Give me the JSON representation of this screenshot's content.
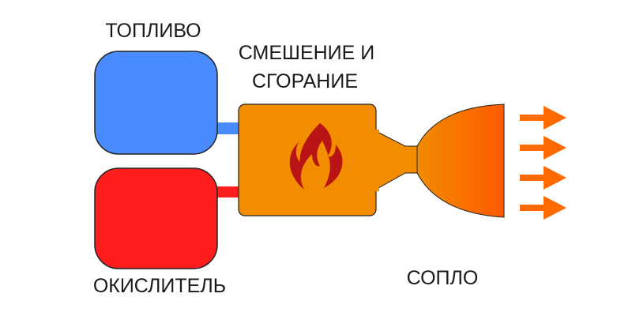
{
  "labels": {
    "fuel": "ТОПЛИВО",
    "mixing_line1": "СМЕШЕНИЕ И",
    "mixing_line2": "СГОРАНИЕ",
    "oxidizer": "ОКИСЛИТЕЛЬ",
    "nozzle": "СОПЛО"
  },
  "colors": {
    "fuel": "#4a8cff",
    "oxidizer": "#ff1e1e",
    "chamber": "#f28c00",
    "flame": "#b81414",
    "exhaust": "#ff6a00"
  },
  "icons": [
    "fire-icon",
    "arrow-right-icon"
  ]
}
